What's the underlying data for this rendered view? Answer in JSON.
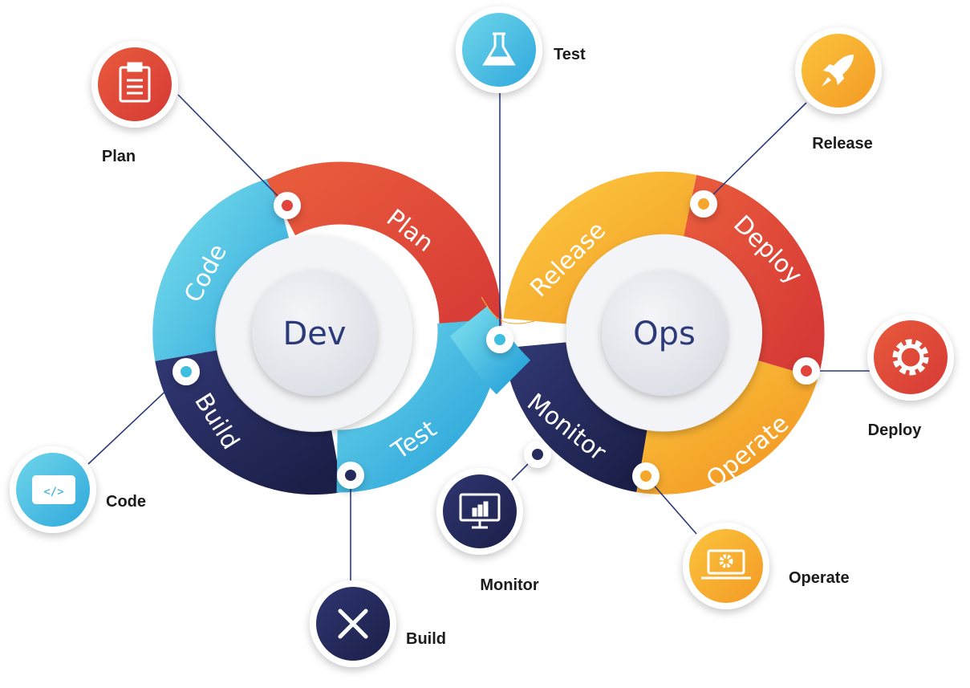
{
  "hubs": {
    "dev": "Dev",
    "ops": "Ops"
  },
  "segments": {
    "code": "Code",
    "plan": "Plan",
    "build": "Build",
    "test": "Test",
    "release": "Release",
    "deploy": "Deploy",
    "operate": "Operate",
    "monitor": "Monitor"
  },
  "stages": {
    "plan": {
      "label": "Plan",
      "icon": "clipboard-icon"
    },
    "test": {
      "label": "Test",
      "icon": "flask-icon"
    },
    "release": {
      "label": "Release",
      "icon": "rocket-icon"
    },
    "deploy": {
      "label": "Deploy",
      "icon": "gear-icon"
    },
    "code": {
      "label": "Code",
      "icon": "code-window-icon"
    },
    "build": {
      "label": "Build",
      "icon": "tools-icon"
    },
    "monitor": {
      "label": "Monitor",
      "icon": "monitor-chart-icon"
    },
    "operate": {
      "label": "Operate",
      "icon": "laptop-gear-icon"
    }
  },
  "colors": {
    "cyan": "#3fbfe0",
    "red": "#e0443a",
    "navy": "#252b5c",
    "orange": "#f6a62a",
    "yellow": "#f9c23c"
  }
}
